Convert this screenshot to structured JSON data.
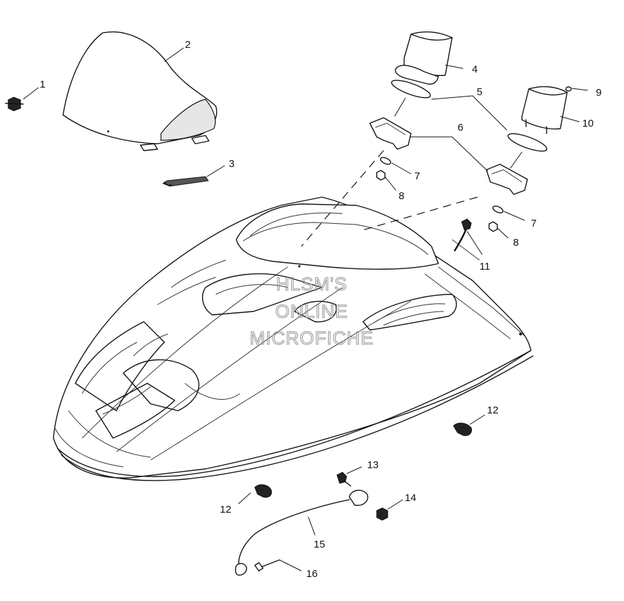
{
  "watermark": [
    "HLSM'S",
    "ONLINE",
    "MICROFICHE"
  ],
  "callouts": [
    {
      "id": "c1",
      "text": "1"
    },
    {
      "id": "c2",
      "text": "2"
    },
    {
      "id": "c3",
      "text": "3"
    },
    {
      "id": "c4",
      "text": "4"
    },
    {
      "id": "c5",
      "text": "5"
    },
    {
      "id": "c6",
      "text": "6"
    },
    {
      "id": "c7a",
      "text": "7"
    },
    {
      "id": "c8a",
      "text": "8"
    },
    {
      "id": "c9",
      "text": "9"
    },
    {
      "id": "c10",
      "text": "10"
    },
    {
      "id": "c7b",
      "text": "7"
    },
    {
      "id": "c8b",
      "text": "8"
    },
    {
      "id": "c11",
      "text": "11"
    },
    {
      "id": "c12a",
      "text": "12"
    },
    {
      "id": "c13",
      "text": "13"
    },
    {
      "id": "c14",
      "text": "14"
    },
    {
      "id": "c12b",
      "text": "12"
    },
    {
      "id": "c15",
      "text": "15"
    },
    {
      "id": "c16",
      "text": "16"
    }
  ]
}
